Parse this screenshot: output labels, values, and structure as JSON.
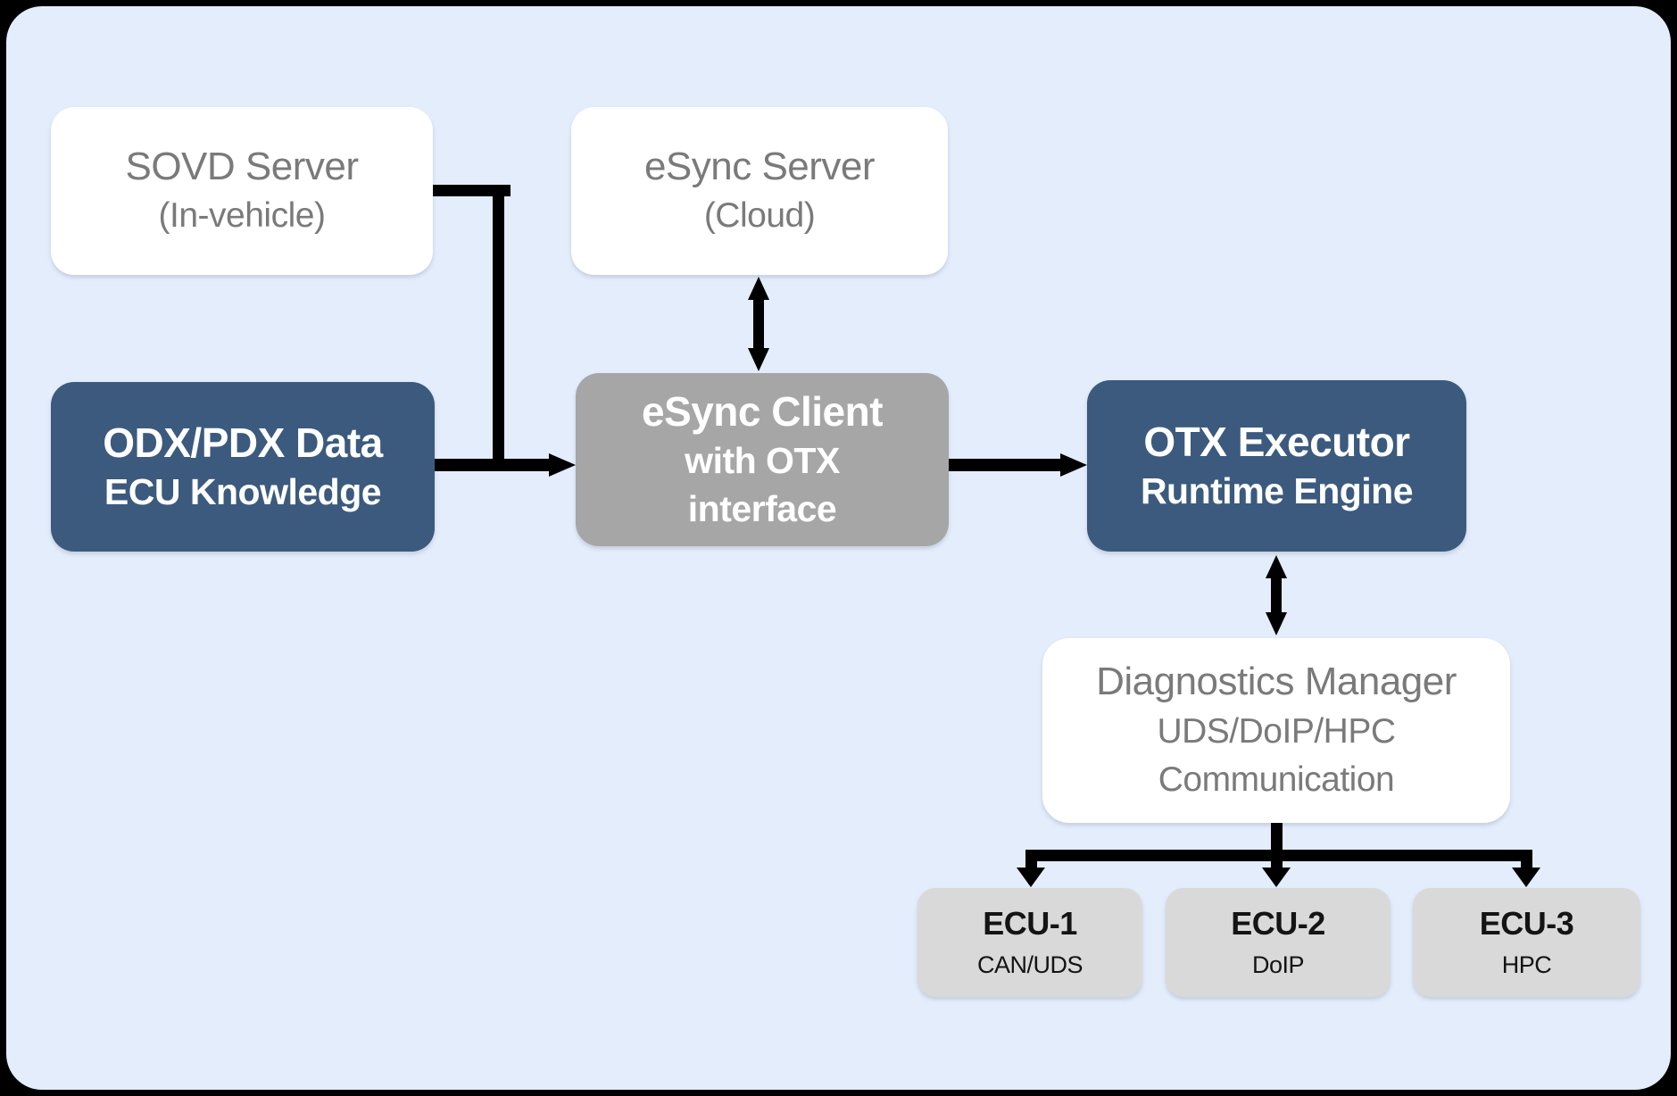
{
  "canvas": {
    "frame_color": "#000000",
    "panel_color": "#e3edfc"
  },
  "colors": {
    "dark_blue_node": "#3b5a7e",
    "gray_node": "#a6a6a6",
    "light_gray_node": "#d9d9d9",
    "white_node": "#ffffff",
    "gray_text": "#7a7a7a",
    "black_arrow": "#000000"
  },
  "nodes": {
    "sovd_server": {
      "title": "SOVD Server",
      "subtitle": "(In-vehicle)"
    },
    "esync_server": {
      "title": "eSync Server",
      "subtitle": "(Cloud)"
    },
    "odx_pdx": {
      "title": "ODX/PDX Data",
      "subtitle": "ECU Knowledge"
    },
    "esync_client": {
      "title": "eSync Client",
      "subtitle_line1": "with OTX",
      "subtitle_line2": "interface"
    },
    "otx_executor": {
      "title": "OTX Executor",
      "subtitle": "Runtime Engine"
    },
    "diagnostics_manager": {
      "title": "Diagnostics Manager",
      "subtitle_line1": "UDS/DoIP/HPC",
      "subtitle_line2": "Communication"
    },
    "ecu1": {
      "title": "ECU-1",
      "subtitle": "CAN/UDS"
    },
    "ecu2": {
      "title": "ECU-2",
      "subtitle": "DoIP"
    },
    "ecu3": {
      "title": "ECU-3",
      "subtitle": "HPC"
    }
  },
  "connections": [
    {
      "from": "sovd_server",
      "to": "esync_client",
      "type": "elbow-merge"
    },
    {
      "from": "odx_pdx",
      "to": "esync_client",
      "type": "arrow"
    },
    {
      "from": "esync_client",
      "to": "otx_executor",
      "type": "arrow"
    },
    {
      "from": "esync_server",
      "to": "esync_client",
      "type": "double-arrow"
    },
    {
      "from": "otx_executor",
      "to": "diagnostics_manager",
      "type": "double-arrow"
    },
    {
      "from": "diagnostics_manager",
      "to": "ecu1",
      "type": "branch-arrow"
    },
    {
      "from": "diagnostics_manager",
      "to": "ecu2",
      "type": "branch-arrow"
    },
    {
      "from": "diagnostics_manager",
      "to": "ecu3",
      "type": "branch-arrow"
    }
  ]
}
